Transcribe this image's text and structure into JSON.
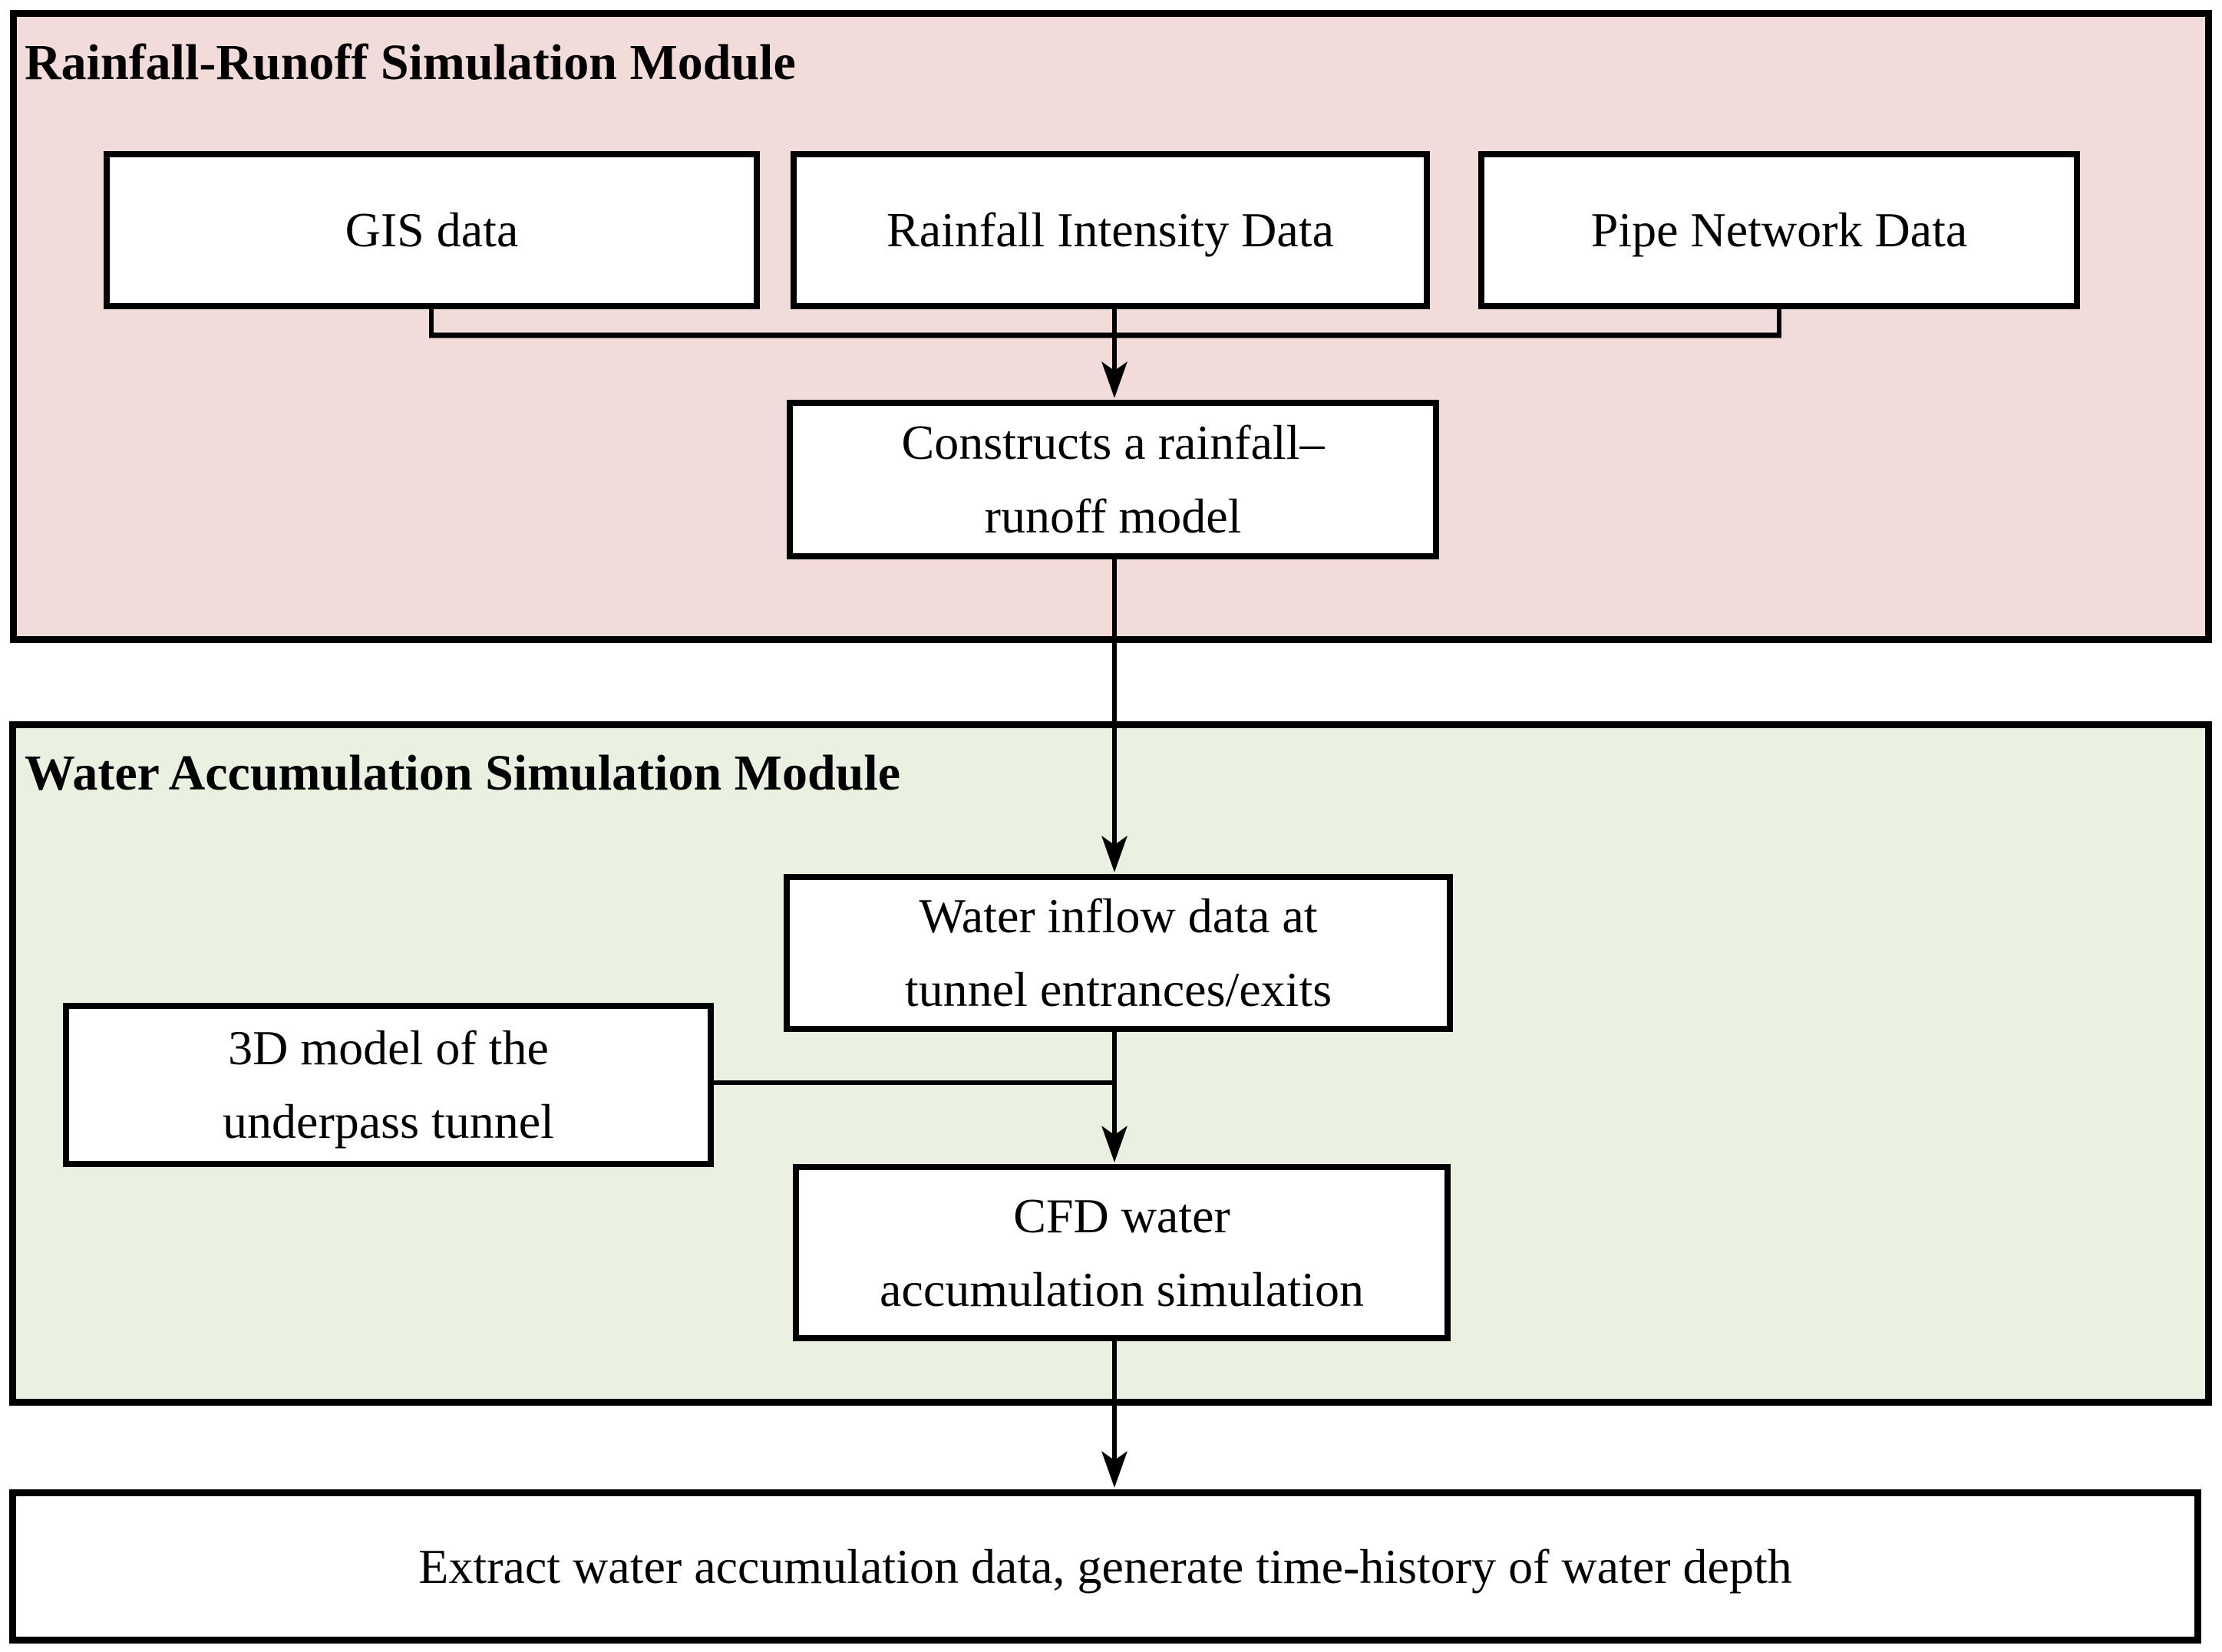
{
  "figure": {
    "module1": {
      "title": "Rainfall-Runoff Simulation Module",
      "boxes": {
        "gis": "GIS data",
        "rainfall_intensity": "Rainfall Intensity Data",
        "pipe_network": "Pipe Network Data",
        "constructs_model": "Constructs a rainfall–\nrunoff model"
      }
    },
    "module2": {
      "title": "Water Accumulation Simulation Module",
      "boxes": {
        "water_inflow": "Water inflow data at\ntunnel entrances/exits",
        "model_3d": "3D model of the\nunderpass tunnel",
        "cfd": "CFD water\naccumulation simulation"
      }
    },
    "output_box": "Extract water accumulation data, generate time-history of water depth"
  },
  "colors": {
    "module1_bg": "#f1dcd9",
    "module2_bg": "#eaf1e1",
    "box_bg": "#ffffff",
    "line": "#000000"
  }
}
